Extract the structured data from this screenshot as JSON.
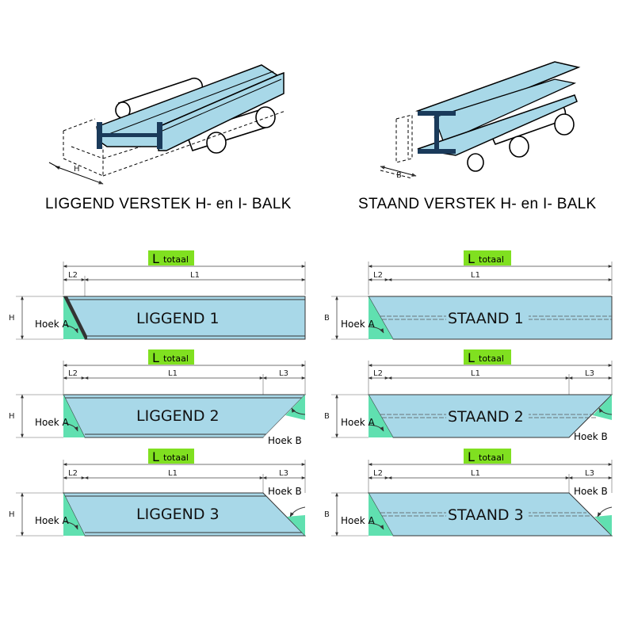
{
  "illustrations": {
    "left": {
      "dimension_label": "H"
    },
    "right": {
      "dimension_label": "B"
    }
  },
  "titles": {
    "left": "LIGGEND VERSTEK H- en I- BALK",
    "right": "STAAND VERSTEK H- en I- BALK"
  },
  "total_badge": {
    "letter": "L",
    "sub": "totaal",
    "color": "#80e020"
  },
  "labels": {
    "l1": "L1",
    "l2": "L2",
    "l3": "L3",
    "hoek_a": "Hoek A",
    "hoek_b": "Hoek B",
    "h": "H",
    "b": "B"
  },
  "colors": {
    "beam": "#a8d8e8",
    "angle": "#60e0b0",
    "steel": "#1a3a5a"
  },
  "diagrams": [
    {
      "name": "LIGGEND 1",
      "orientation": "H",
      "has_l3": false,
      "has_hoek_b": false
    },
    {
      "name": "STAAND 1",
      "orientation": "B",
      "has_l3": false,
      "has_hoek_b": false
    },
    {
      "name": "LIGGEND 2",
      "orientation": "H",
      "has_l3": true,
      "has_hoek_b": true
    },
    {
      "name": "STAAND 2",
      "orientation": "B",
      "has_l3": true,
      "has_hoek_b": true
    },
    {
      "name": "LIGGEND 3",
      "orientation": "H",
      "has_l3": true,
      "has_hoek_b": true
    },
    {
      "name": "STAAND 3",
      "orientation": "B",
      "has_l3": true,
      "has_hoek_b": true
    }
  ]
}
